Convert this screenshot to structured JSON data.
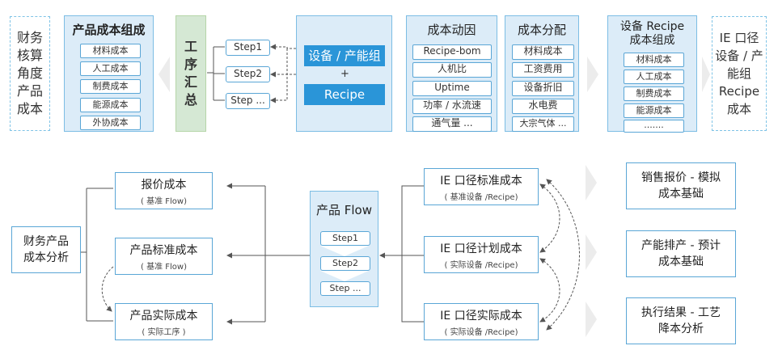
{
  "top": {
    "finance_view": "财务核算角度产品成本",
    "product_cost": {
      "title": "产品成本组成",
      "items": [
        "材料成本",
        "人工成本",
        "制费成本",
        "能源成本",
        "外协成本"
      ]
    },
    "process_summary": "工序汇总",
    "steps": [
      "Step1",
      "Step2",
      "Step ..."
    ],
    "equipment": {
      "label": "设备 / 产能组",
      "plus": "+",
      "recipe": "Recipe"
    },
    "cost_driver": {
      "title": "成本动因",
      "items": [
        "Recipe-bom",
        "人机比",
        "Uptime",
        "功率 / 水流速",
        "通气量 ..."
      ]
    },
    "cost_allocation": {
      "title": "成本分配",
      "items": [
        "材料成本",
        "工资费用",
        "设备折旧",
        "水电费",
        "大宗气体 ..."
      ]
    },
    "recipe_cost": {
      "title": "设备 Recipe 成本组成",
      "items": [
        "材料成本",
        "人工成本",
        "制费成本",
        "能源成本",
        "......."
      ]
    },
    "ie_view": "IE 口径设备 / 产能组Recipe成本"
  },
  "bottom": {
    "finance_analysis": "财务产品成本分析",
    "quote": {
      "title": "报价成本",
      "sub": "( 基准 Flow)"
    },
    "standard": {
      "title": "产品标准成本",
      "sub": "( 基准 Flow)"
    },
    "actual": {
      "title": "产品实际成本",
      "sub": "( 实际工序 )"
    },
    "flow": {
      "title": "产品 Flow",
      "steps": [
        "Step1",
        "Step2",
        "Step ..."
      ]
    },
    "ie_standard": {
      "title": "IE 口径标准成本",
      "sub": "( 基准设备 /Recipe)"
    },
    "ie_plan": {
      "title": "IE 口径计划成本",
      "sub": "( 实际设备 /Recipe)"
    },
    "ie_actual": {
      "title": "IE 口径实际成本",
      "sub": "( 实际设备 /Recipe)"
    },
    "results": [
      "销售报价 - 模拟成本基础",
      "产能排产 - 预计成本基础",
      "执行结果 - 工艺降本分析"
    ]
  },
  "colors": {
    "panel": "#dcecf8",
    "border": "#5aa6d6",
    "accent": "#2a95d8",
    "green": "#d5e8d4"
  }
}
